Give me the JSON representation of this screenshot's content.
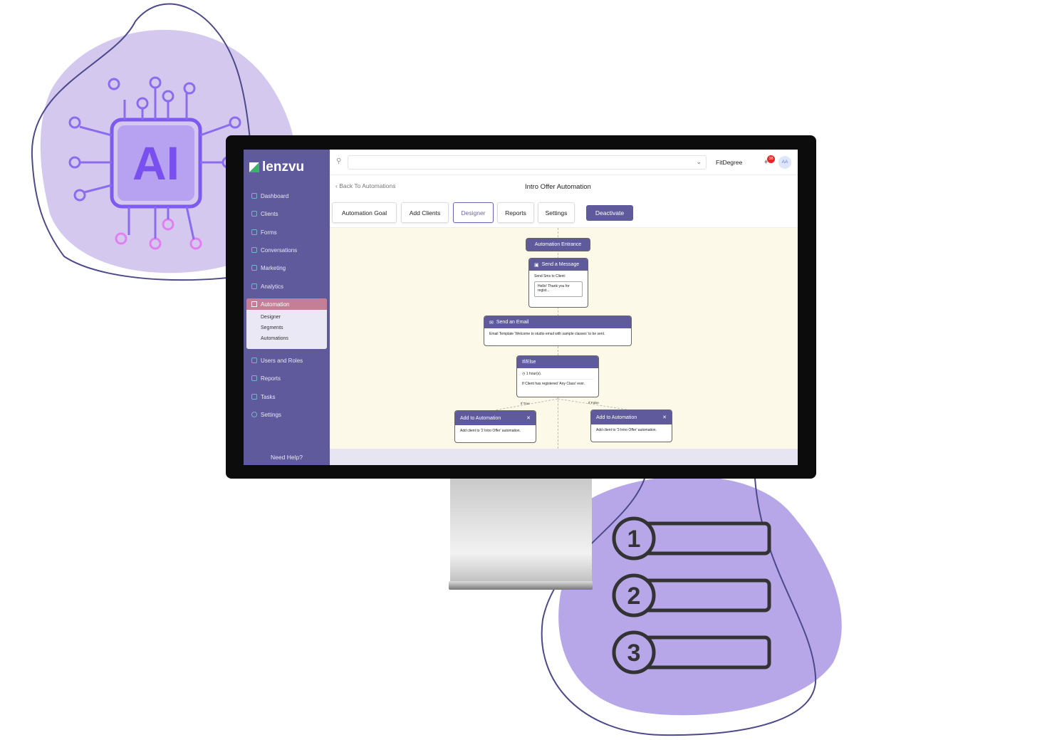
{
  "illustration": {
    "chip_label": "AI",
    "steps": [
      "1",
      "2",
      "3"
    ]
  },
  "app": {
    "brand": "lenzvu",
    "user": "FitDegree",
    "notification_count": "38",
    "avatar": "AA",
    "help": "Need Help?"
  },
  "sidebar": {
    "items": [
      {
        "label": "Dashboard"
      },
      {
        "label": "Clients"
      },
      {
        "label": "Forms"
      },
      {
        "label": "Conversations"
      },
      {
        "label": "Marketing"
      },
      {
        "label": "Analytics"
      },
      {
        "label": "Automation"
      },
      {
        "label": "Users and Roles"
      },
      {
        "label": "Reports"
      },
      {
        "label": "Tasks"
      },
      {
        "label": "Settings"
      }
    ],
    "automation_sub": [
      "Designer",
      "Segments",
      "Automations"
    ]
  },
  "header": {
    "back": "Back To Automations",
    "title": "Intro Offer Automation"
  },
  "tabs": [
    "Automation Goal",
    "Add Clients",
    "Designer",
    "Reports",
    "Settings"
  ],
  "deactivate": "Deactivate",
  "flow": {
    "entrance": "Automation Entrance",
    "message": {
      "title": "Send a Message",
      "label": "Send Sms to Client:",
      "text": "Hello! Thank you for regist..."
    },
    "email": {
      "title": "Send an Email",
      "text": "Email Template 'Welcome to studio email with sample classes' to be sent."
    },
    "ifelse": {
      "title": "If/Else",
      "wait": "1 hour(s).",
      "condition": "If Client has registered 'Any Class' ever."
    },
    "if_true": "If True",
    "if_false": "If False",
    "left": {
      "title": "Add to Automation",
      "text": "Add client to '2 Intro Offer' automation."
    },
    "right": {
      "title": "Add to Automation",
      "text": "Add client to '3 Intro Offer' automation."
    }
  },
  "colors": {
    "sidebar": "#5e5a9c",
    "active": "#c47f96",
    "canvas": "#fdf9e8"
  }
}
